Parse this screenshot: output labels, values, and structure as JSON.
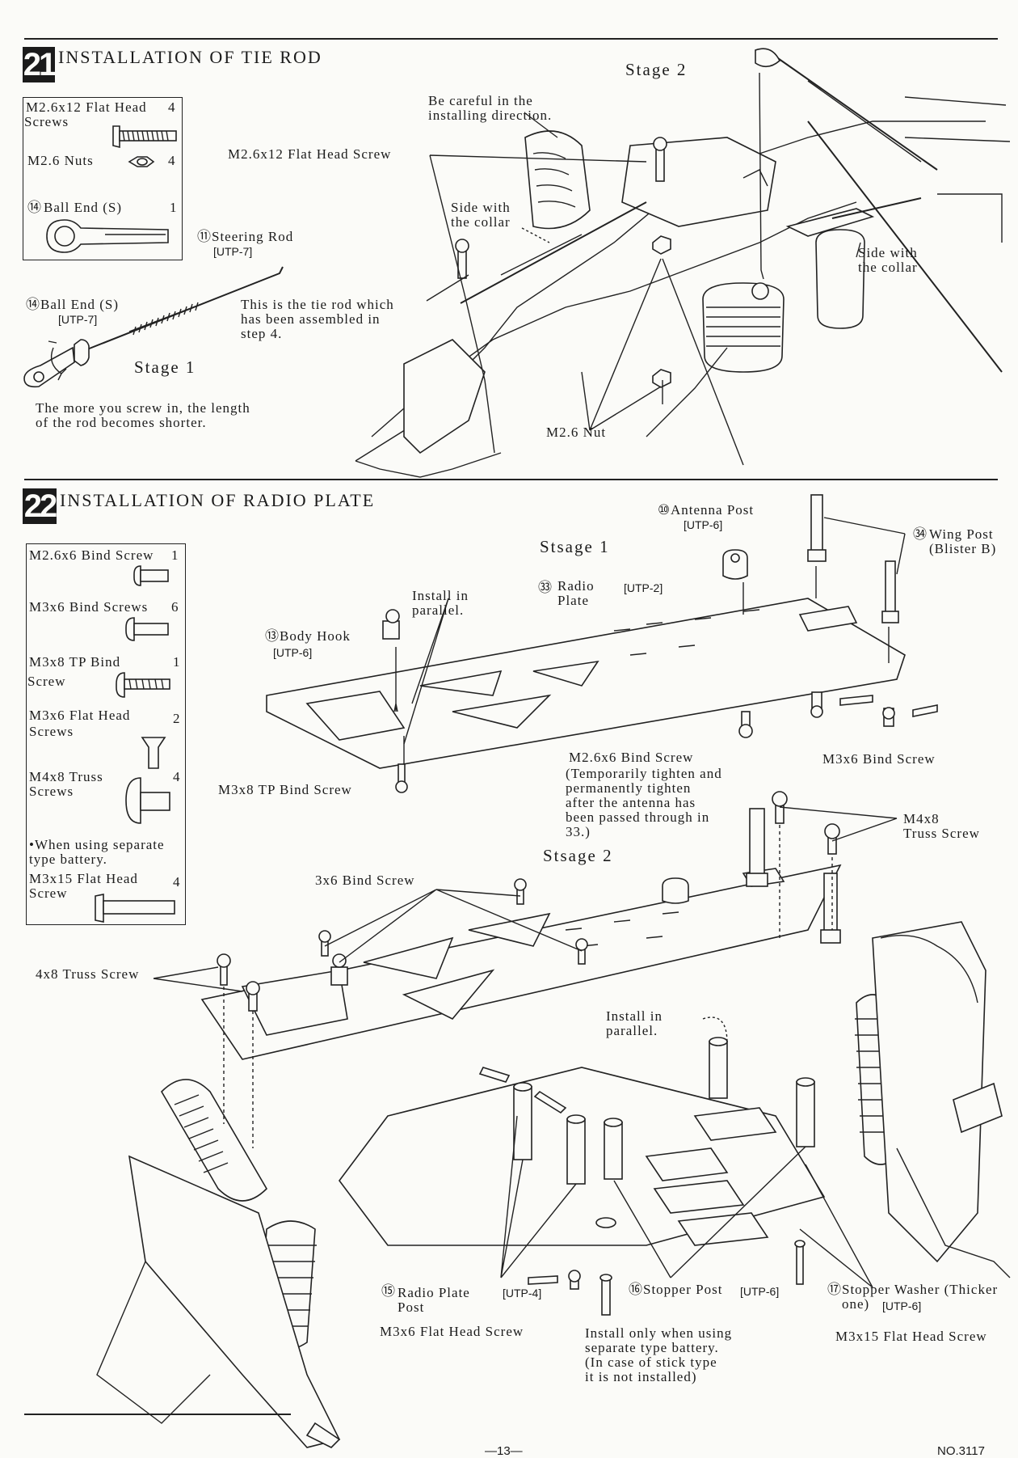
{
  "section21": {
    "step_number": "21",
    "title": "INSTALLATION OF TIE ROD",
    "parts": [
      {
        "name": "M2.6x12 Flat Head",
        "name_line2": "Screws",
        "qty": "4"
      },
      {
        "name": "M2.6 Nuts",
        "qty": "4"
      },
      {
        "ref": "⑭",
        "name": "Ball End (S)",
        "qty": "1"
      }
    ],
    "steering_rod": {
      "ref": "⑪",
      "name": "Steering Rod",
      "code": "[UTP-7]"
    },
    "ball_end": {
      "ref": "⑭",
      "name": "Ball End (S)",
      "code": "[UTP-7]"
    },
    "stage1": "Stage 1",
    "stage2": "Stage 2",
    "tie_rod_note": "This is the tie rod which\nhas been assembled in\nstep 4.",
    "screw_note": "The more you screw in, the length\nof the rod becomes shorter.",
    "careful_note": "Be careful in the\ninstalling direction.",
    "screw_label": "M2.6x12 Flat Head Screw",
    "side_collar_left": "Side with\nthe collar",
    "side_collar_right": "Side with\nthe collar",
    "nut_label": "M2.6 Nut"
  },
  "section22": {
    "step_number": "22",
    "title": "INSTALLATION OF RADIO PLATE",
    "parts": [
      {
        "name": "M2.6x6 Bind Screw",
        "qty": "1"
      },
      {
        "name": "M3x6 Bind Screws",
        "qty": "6"
      },
      {
        "name": "M3x8 TP Bind",
        "name_line2": "Screw",
        "qty": "1"
      },
      {
        "name": "M3x6 Flat Head",
        "name_line2": "Screws",
        "qty": "2"
      },
      {
        "name": "M4x8 Truss",
        "name_line2": "Screws",
        "qty": "4"
      }
    ],
    "separate_note": "•When using separate\ntype battery.",
    "m3x15": {
      "name": "M3x15 Flat Head",
      "name_line2": "Screw",
      "qty": "4"
    },
    "stage1": "Stsage 1",
    "stage2": "Stsage 2",
    "antenna_post": {
      "ref": "⑩",
      "name": "Antenna Post",
      "code": "[UTP-6]"
    },
    "wing_post": {
      "ref": "㉞",
      "name": "Wing Post",
      "code": "(Blister B)"
    },
    "radio_plate": {
      "ref": "㉝",
      "name": "Radio\nPlate",
      "code": "[UTP-2]"
    },
    "install_parallel_1": "Install in\nparallel.",
    "body_hook": {
      "ref": "⑬",
      "name": "Body Hook",
      "code": "[UTP-6]"
    },
    "m26_bind_label": "M2.6x6 Bind Screw",
    "m26_bind_note": "(Temporarily tighten and\npermanently tighten\nafter the antenna has\nbeen passed through in\n33.)",
    "m3x6_bind_label": "M3x6 Bind Screw",
    "m3x8_label": "M3x8 TP Bind Screw",
    "m4x8_label": "M4x8\nTruss Screw",
    "bind3x6_label": "3x6 Bind Screw",
    "truss4x8_label": "4x8 Truss Screw",
    "install_parallel_2": "Install in\nparallel.",
    "radio_plate_post": {
      "ref": "⑮",
      "name": "Radio Plate\nPost",
      "code": "[UTP-4]"
    },
    "m3x6_flat_label": "M3x6 Flat Head Screw",
    "stopper_post": {
      "ref": "⑯",
      "name": "Stopper Post",
      "code": "[UTP-6]"
    },
    "stopper_note": "Install only when using\nseparate type battery.\n(In case of stick type\nit is not installed)",
    "stopper_washer": {
      "ref": "⑰",
      "name": "Stopper Washer (Thicker\none)",
      "code": "[UTP-6]"
    },
    "m3x15_label": "M3x15 Flat Head Screw"
  },
  "footer": {
    "page": "—13—",
    "doc_no": "NO.3117"
  }
}
